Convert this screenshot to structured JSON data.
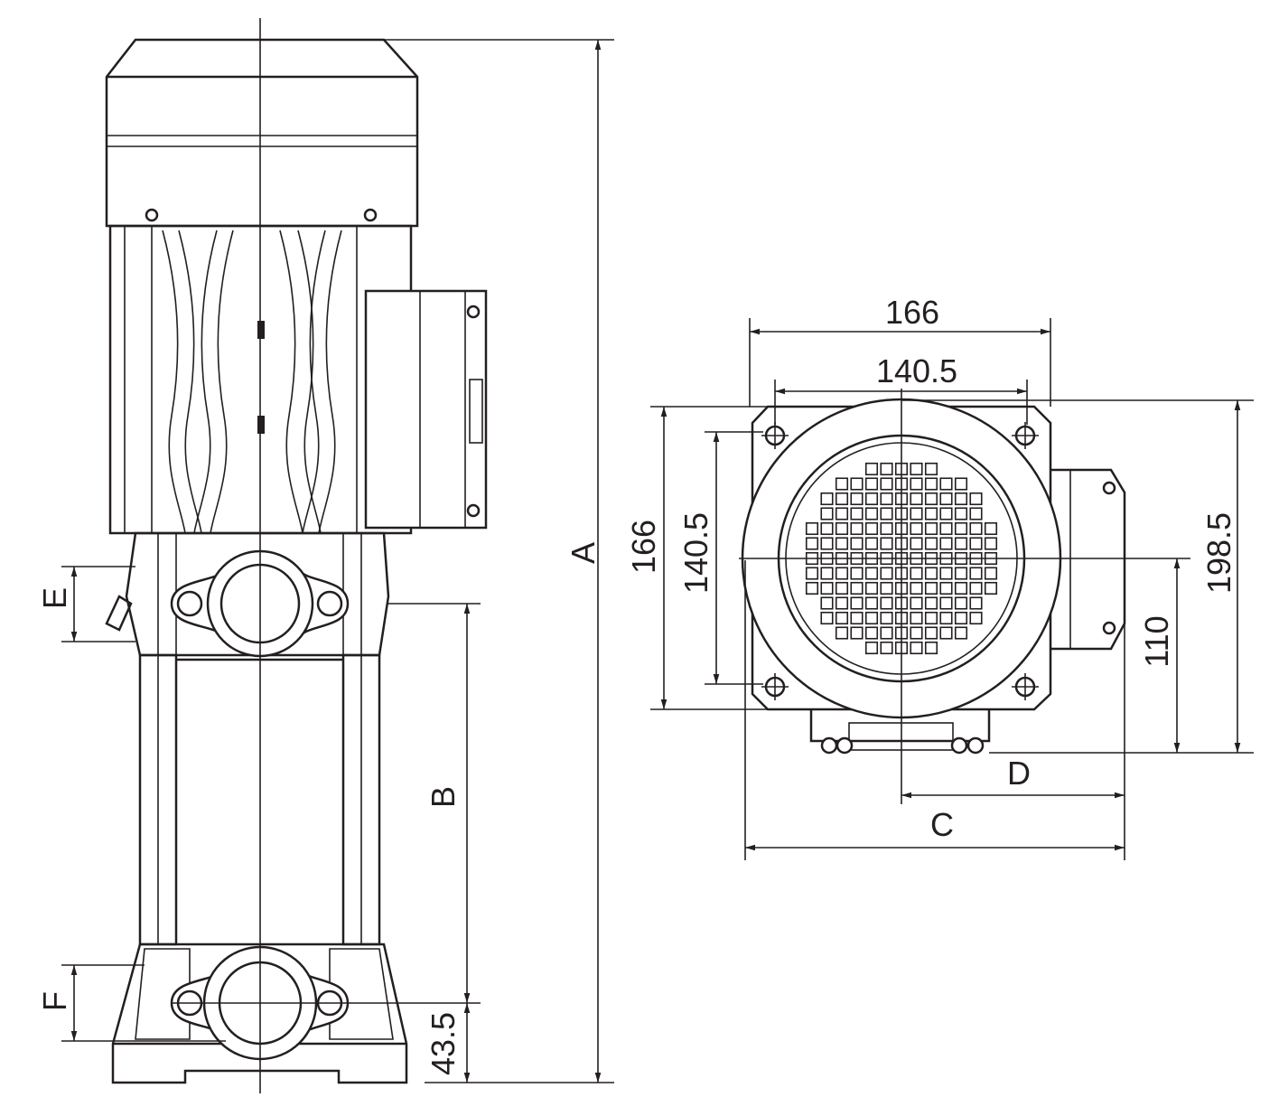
{
  "side_view": {
    "dimensions": {
      "A": "A",
      "B": "B",
      "E": "E",
      "F": "F",
      "base_height": "43.5"
    }
  },
  "top_view": {
    "dimensions": {
      "flange_width": "166",
      "bolt_spacing_x": "140.5",
      "flange_height": "166",
      "bolt_spacing_y": "140.5",
      "overall_depth": "198.5",
      "axis_height": "110",
      "D": "D",
      "C": "C"
    }
  },
  "colors": {
    "line": "#231f20",
    "background": "#ffffff"
  }
}
